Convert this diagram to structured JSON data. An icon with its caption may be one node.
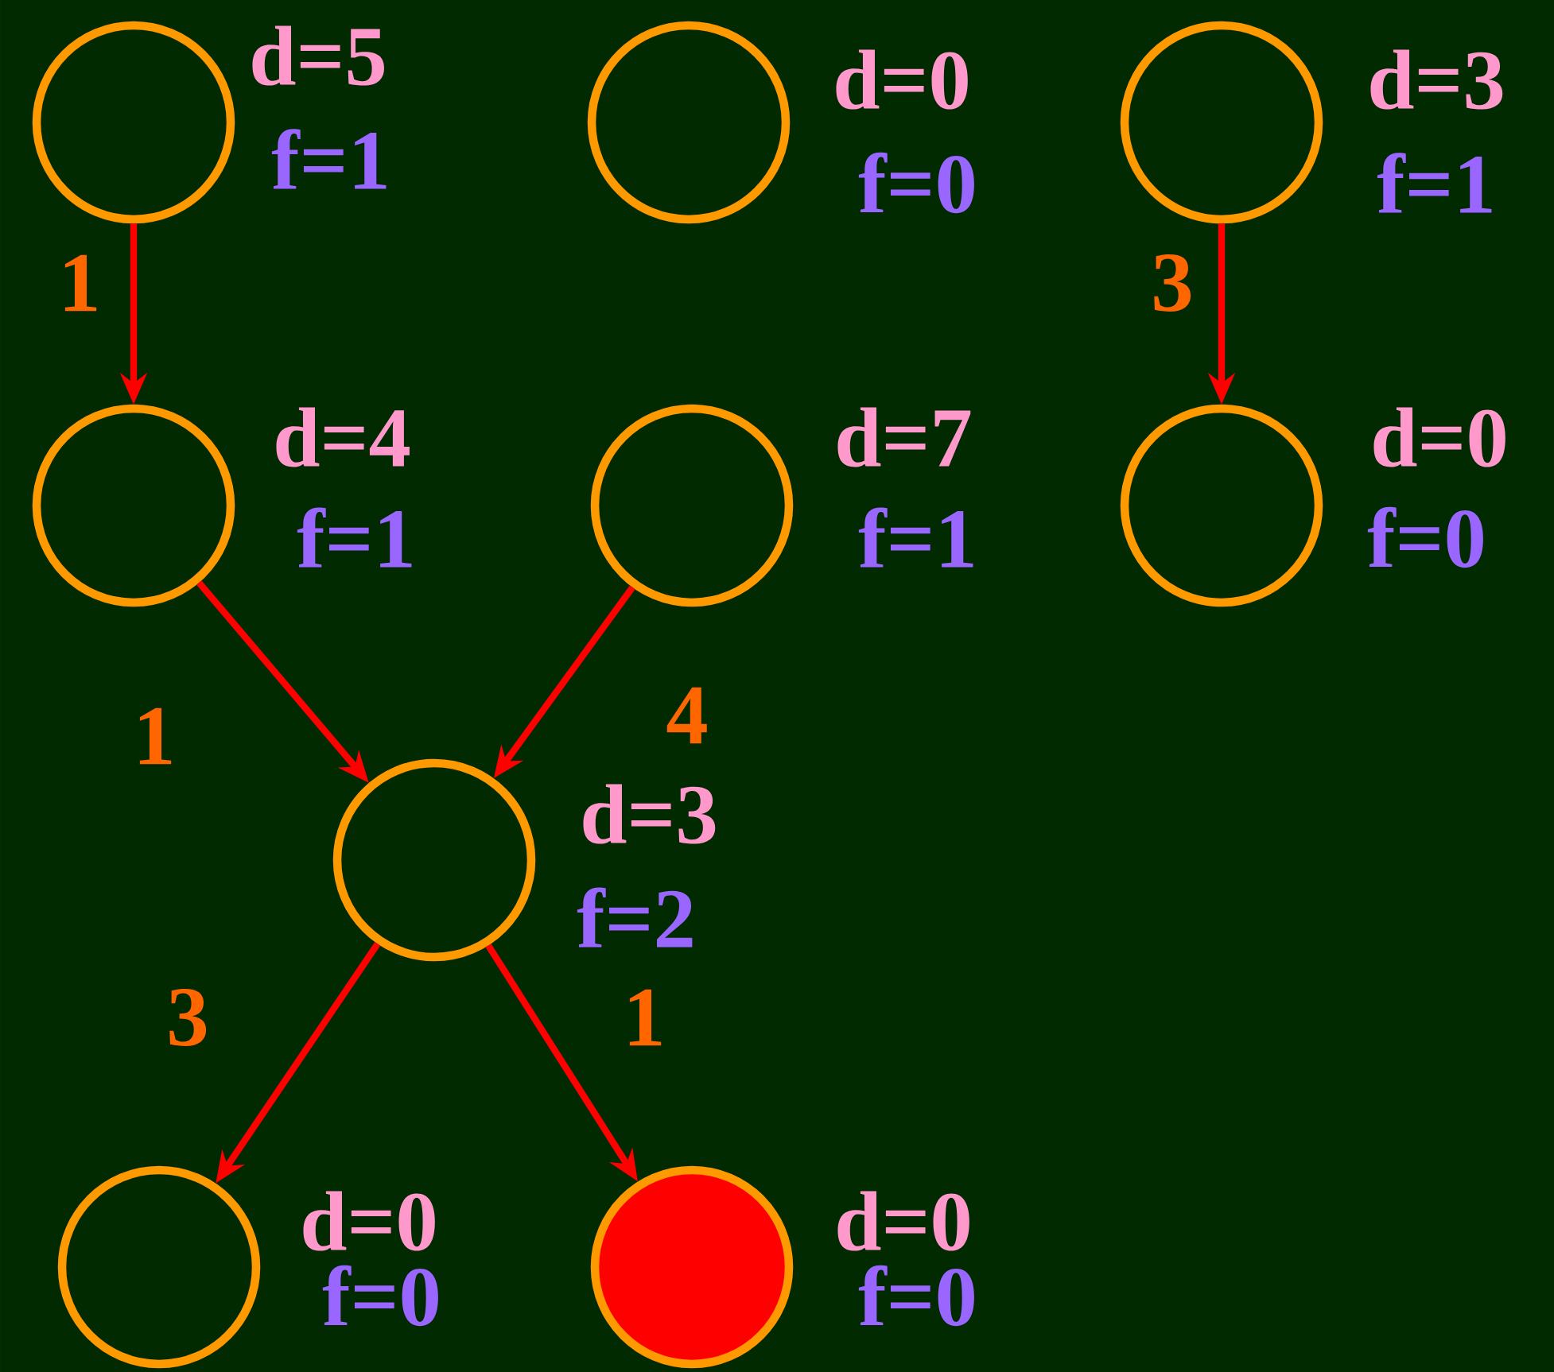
{
  "diagram": {
    "nodes": [
      {
        "text": [],
        "shape": "circle",
        "beside": [
          "d=5",
          "f=1"
        ]
      },
      {
        "text": [],
        "shape": "circle",
        "beside": [
          "d=0",
          "f=0"
        ]
      },
      {
        "text": [],
        "shape": "circle",
        "beside": [
          "d=3",
          "f=1"
        ]
      },
      {
        "text": [],
        "shape": "circle",
        "beside": [
          "d=4",
          "f=1"
        ]
      },
      {
        "text": [],
        "shape": "circle",
        "beside": [
          "d=7",
          "f=1"
        ]
      },
      {
        "text": [],
        "shape": "circle",
        "beside": [
          "d=0",
          "f=0"
        ]
      },
      {
        "text": [],
        "shape": "circle",
        "beside": [
          "d=3",
          "f=2"
        ]
      },
      {
        "text": [],
        "shape": "circle",
        "beside": [
          "d=0",
          "f=0"
        ]
      },
      {
        "text": [],
        "shape": "circle",
        "beside": [
          "d=0",
          "f=0"
        ]
      }
    ],
    "edges": [
      {
        "from": 0,
        "to": 3,
        "arrow": "to",
        "label": "1"
      },
      {
        "from": 2,
        "to": 5,
        "arrow": "to",
        "label": "3"
      },
      {
        "from": 3,
        "to": 6,
        "arrow": "to",
        "label": "1"
      },
      {
        "from": 4,
        "to": 6,
        "arrow": "to",
        "label": "4"
      },
      {
        "from": 6,
        "to": 7,
        "arrow": "to",
        "label": "3"
      },
      {
        "from": 6,
        "to": 8,
        "arrow": "to",
        "label": "1"
      }
    ]
  }
}
